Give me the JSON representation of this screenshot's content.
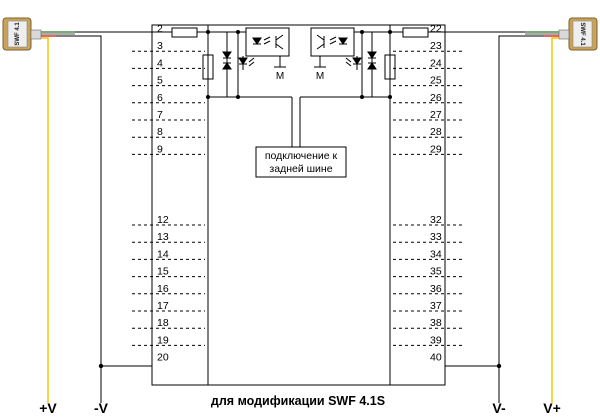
{
  "diagram": {
    "sensor_left_label": "SWF 4.1",
    "sensor_right_label": "SWF 4.1",
    "rails": {
      "left_pos": "+V",
      "left_neg": "-V",
      "right_neg": "V-",
      "right_pos": "V+"
    },
    "module_label_left": "M",
    "module_label_right": "M",
    "note_line1": "подключение к",
    "note_line2": "задней шине",
    "caption": "для модификации SWF 4.1S",
    "pins_left_top": [
      "2",
      "3",
      "4",
      "5",
      "6",
      "7",
      "8",
      "9"
    ],
    "pins_left_bottom": [
      "12",
      "13",
      "14",
      "15",
      "16",
      "17",
      "18",
      "19",
      "20"
    ],
    "pins_right_top": [
      "22",
      "23",
      "24",
      "25",
      "26",
      "27",
      "28",
      "29"
    ],
    "pins_right_bottom": [
      "32",
      "33",
      "34",
      "35",
      "36",
      "37",
      "38",
      "39",
      "40"
    ],
    "colors": {
      "wire_yellow": "#f2c200",
      "wire_black": "#000000",
      "sensor_body": "#c9a35a",
      "sensor_face": "#e9e9e9"
    }
  }
}
